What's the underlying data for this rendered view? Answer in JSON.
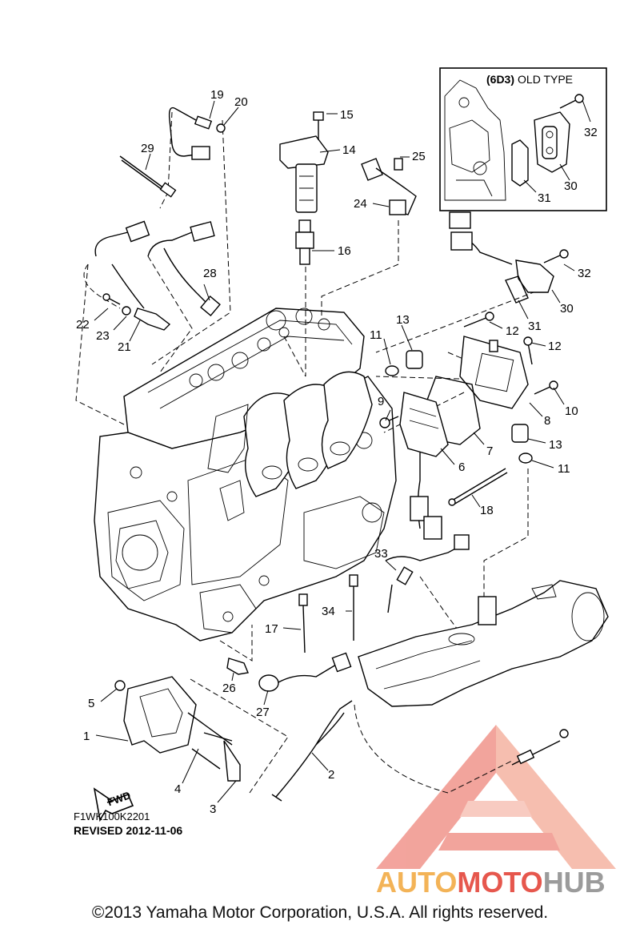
{
  "inset": {
    "code": "(6D3)",
    "label": "OLD TYPE"
  },
  "callouts": {
    "c1": "1",
    "c2": "2",
    "c3": "3",
    "c4": "4",
    "c5": "5",
    "c6": "6",
    "c7": "7",
    "c8": "8",
    "c9": "9",
    "c10": "10",
    "c11a": "11",
    "c11b": "11",
    "c12a": "12",
    "c12b": "12",
    "c13a": "13",
    "c13b": "13",
    "c14": "14",
    "c15": "15",
    "c16": "16",
    "c17": "17",
    "c18": "18",
    "c19": "19",
    "c20": "20",
    "c21": "21",
    "c22": "22",
    "c23": "23",
    "c24": "24",
    "c25": "25",
    "c26": "26",
    "c27": "27",
    "c28": "28",
    "c29": "29",
    "c30a": "30",
    "c30b": "30",
    "c31a": "31",
    "c31b": "31",
    "c32a": "32",
    "c32b": "32",
    "c33": "33",
    "c34": "34"
  },
  "fwd_label": "FWD",
  "diagram_code": "F1WK100K2201",
  "revised": "REVISED 2012-11-06",
  "watermark": {
    "part1": "AUTO",
    "part2": "MOTO",
    "part3": "HUB",
    "color_red": "#e23a2f",
    "color_orange": "#f2a63a",
    "color_grey": "#8a8a8a"
  },
  "copyright": "©2013 Yamaha Motor Corporation, U.S.A. All rights reserved."
}
